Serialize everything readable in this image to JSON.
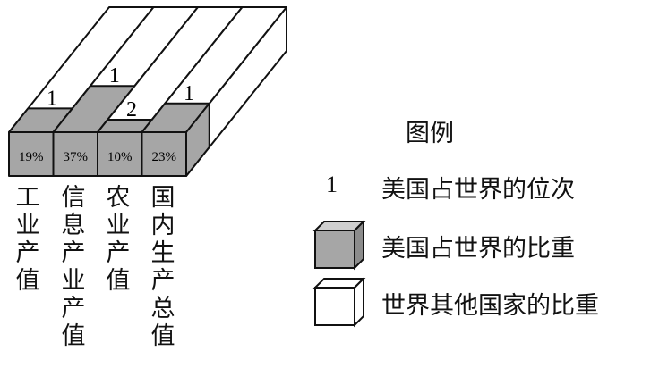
{
  "chart_data": {
    "type": "bar",
    "categories": [
      "工业产值",
      "信息产业产值",
      "农业产值",
      "国内生产总值"
    ],
    "us_share_percent": [
      19,
      37,
      10,
      23
    ],
    "us_share_labels": [
      "19%",
      "37%",
      "10%",
      "23%"
    ],
    "us_world_rank": [
      1,
      1,
      2,
      1
    ],
    "rank_labels": [
      "1",
      "1",
      "2",
      "1"
    ],
    "colors": {
      "us_share": "#a6a6a6",
      "rest_of_world": "#ffffff",
      "outline": "#111111"
    },
    "legend": {
      "title": "图例",
      "items": [
        {
          "symbol": "1",
          "label": "美国占世界的位次"
        },
        {
          "symbol": "gray-cube",
          "label": "美国占世界的比重"
        },
        {
          "symbol": "white-cube",
          "label": "世界其他国家的比重"
        }
      ]
    }
  }
}
